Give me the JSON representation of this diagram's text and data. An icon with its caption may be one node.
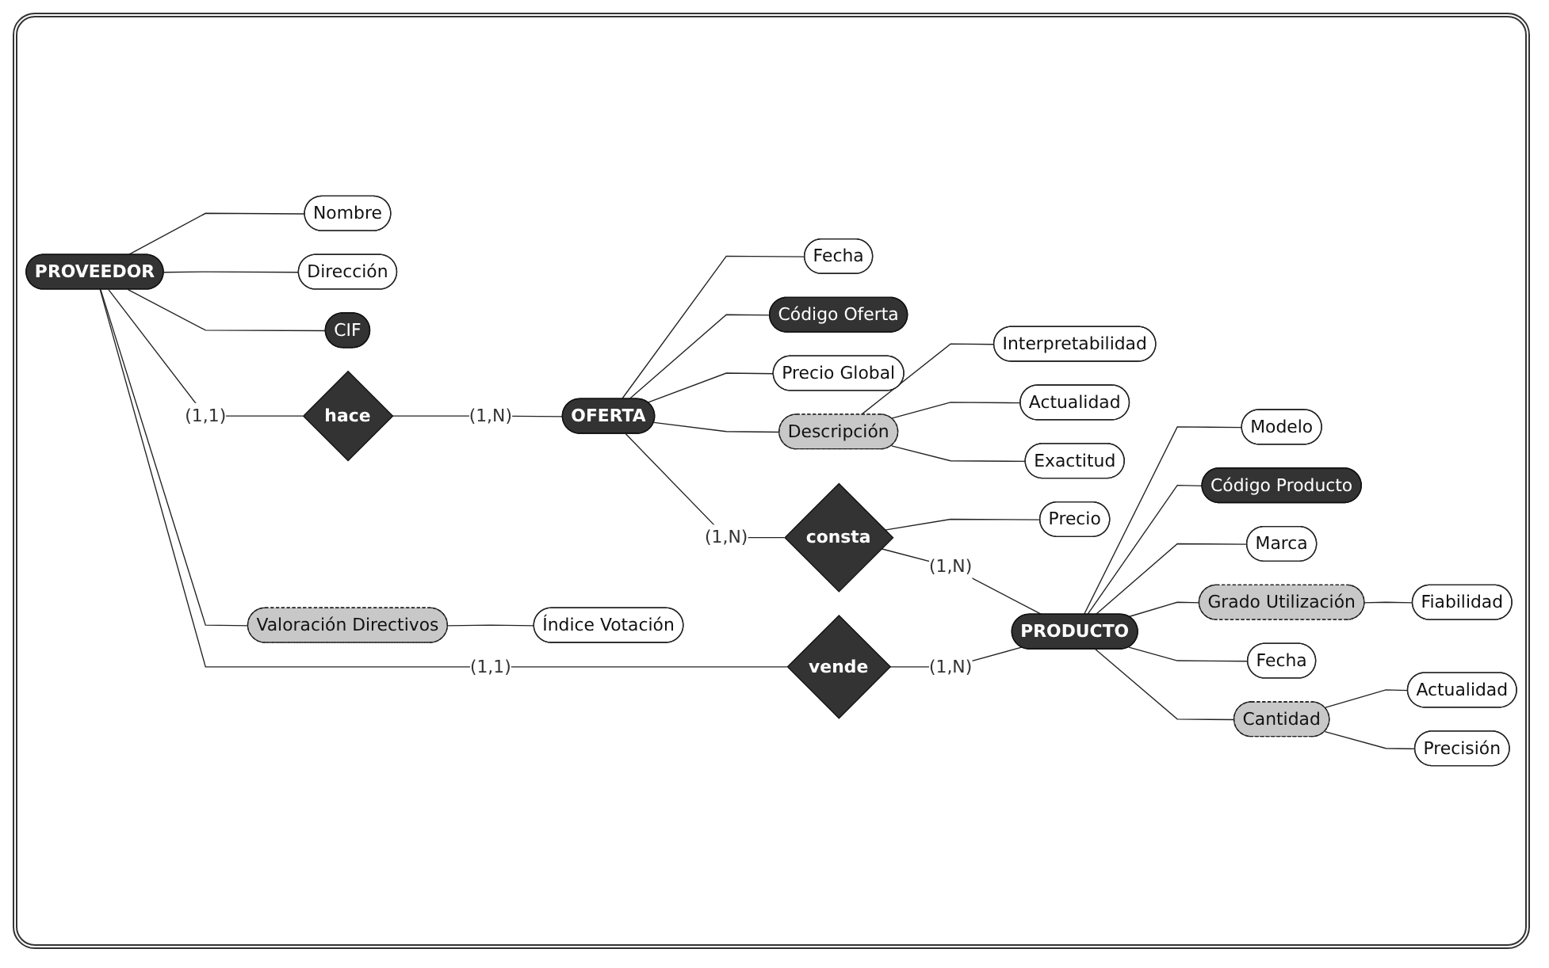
{
  "diagram": {
    "nodes": [
      {
        "text": [
          "PROVEEDOR"
        ]
      },
      {
        "text": [
          "Nombre"
        ]
      },
      {
        "text": [
          "Dirección"
        ]
      },
      {
        "text": [
          "CIF"
        ]
      },
      {
        "text": [
          "hace"
        ]
      },
      {
        "text": [
          "OFERTA"
        ]
      },
      {
        "text": [
          "Fecha"
        ]
      },
      {
        "text": [
          "Código Oferta"
        ]
      },
      {
        "text": [
          "Precio Global"
        ]
      },
      {
        "text": [
          "Descripción"
        ]
      },
      {
        "text": [
          "Interpretabilidad"
        ]
      },
      {
        "text": [
          "Actualidad"
        ]
      },
      {
        "text": [
          "Exactitud"
        ]
      },
      {
        "text": [
          "consta"
        ]
      },
      {
        "text": [
          "Precio"
        ]
      },
      {
        "text": [
          "vende"
        ]
      },
      {
        "text": [
          "PRODUCTO"
        ]
      },
      {
        "text": [
          "Modelo"
        ]
      },
      {
        "text": [
          "Código Producto"
        ]
      },
      {
        "text": [
          "Marca"
        ]
      },
      {
        "text": [
          "Grado Utilización"
        ]
      },
      {
        "text": [
          "Fiabilidad"
        ]
      },
      {
        "text": [
          "Fecha"
        ]
      },
      {
        "text": [
          "Cantidad"
        ]
      },
      {
        "text": [
          "Actualidad"
        ]
      },
      {
        "text": [
          "Precisión"
        ]
      },
      {
        "text": [
          "Valoración Directivos"
        ]
      },
      {
        "text": [
          "Índice Votación"
        ]
      }
    ],
    "edges": [
      {
        "from": 0,
        "to": 1,
        "arrow": "none"
      },
      {
        "from": 0,
        "to": 2,
        "arrow": "none"
      },
      {
        "from": 0,
        "to": 3,
        "arrow": "none"
      },
      {
        "from": 0,
        "to": 4,
        "arrow": "none",
        "label": "(1,1)"
      },
      {
        "from": 4,
        "to": 5,
        "arrow": "none",
        "label": "(1,N)"
      },
      {
        "from": 5,
        "to": 6,
        "arrow": "none"
      },
      {
        "from": 5,
        "to": 7,
        "arrow": "none"
      },
      {
        "from": 5,
        "to": 8,
        "arrow": "none"
      },
      {
        "from": 5,
        "to": 9,
        "arrow": "none"
      },
      {
        "from": 9,
        "to": 10,
        "arrow": "none"
      },
      {
        "from": 9,
        "to": 11,
        "arrow": "none"
      },
      {
        "from": 9,
        "to": 12,
        "arrow": "none"
      },
      {
        "from": 5,
        "to": 13,
        "arrow": "none",
        "label": "(1,N)"
      },
      {
        "from": 13,
        "to": 14,
        "arrow": "none"
      },
      {
        "from": 13,
        "to": 16,
        "arrow": "none",
        "label": "(1,N)"
      },
      {
        "from": 0,
        "to": 15,
        "arrow": "none",
        "label": "(1,1)"
      },
      {
        "from": 15,
        "to": 16,
        "arrow": "none",
        "label": "(1,N)"
      },
      {
        "from": 16,
        "to": 17,
        "arrow": "none"
      },
      {
        "from": 16,
        "to": 18,
        "arrow": "none"
      },
      {
        "from": 16,
        "to": 19,
        "arrow": "none"
      },
      {
        "from": 16,
        "to": 20,
        "arrow": "none"
      },
      {
        "from": 20,
        "to": 21,
        "arrow": "none"
      },
      {
        "from": 16,
        "to": 22,
        "arrow": "none"
      },
      {
        "from": 16,
        "to": 23,
        "arrow": "none"
      },
      {
        "from": 23,
        "to": 24,
        "arrow": "none"
      },
      {
        "from": 23,
        "to": 25,
        "arrow": "none"
      },
      {
        "from": 0,
        "to": 26,
        "arrow": "none"
      },
      {
        "from": 26,
        "to": 27,
        "arrow": "none"
      }
    ]
  }
}
